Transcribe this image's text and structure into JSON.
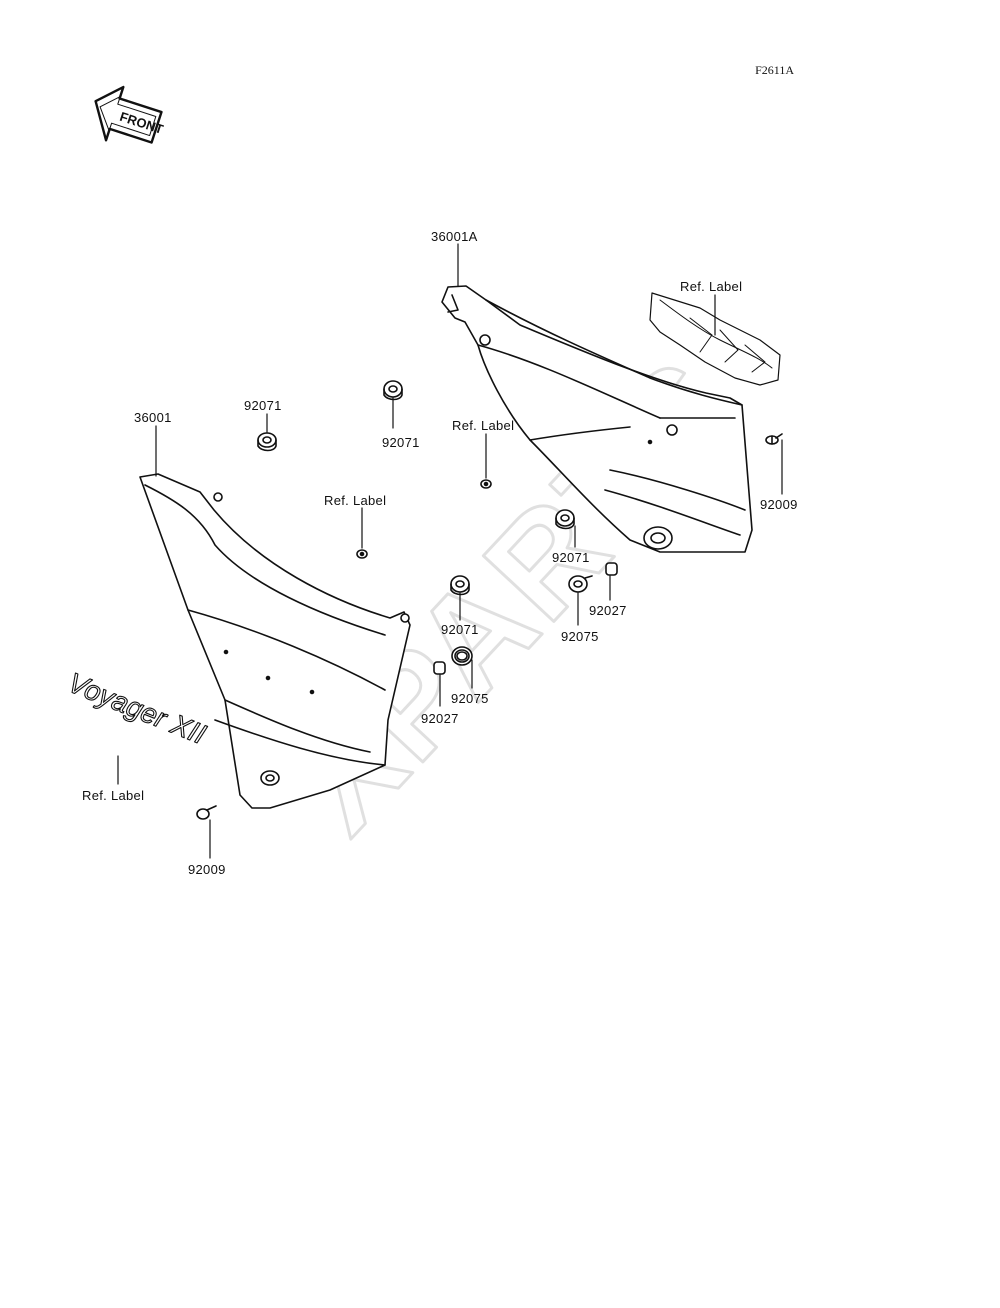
{
  "diagram": {
    "code": "F2611A",
    "front_arrow": "FRONT",
    "watermark": "XPARTS",
    "left_emblem": "Voyager XII",
    "labels": {
      "p36001A": "36001A",
      "ref_label_top": "Ref. Label",
      "p36001": "36001",
      "p92071_a": "92071",
      "p92071_b": "92071",
      "ref_label_mid": "Ref. Label",
      "ref_label_center": "Ref. Label",
      "p92009_right": "92009",
      "p92071_c": "92071",
      "p92027_right": "92027",
      "p92075_right": "92075",
      "p92071_d": "92071",
      "p92075_left": "92075",
      "p92027_left": "92027",
      "ref_label_left": "Ref. Label",
      "p92009_left": "92009"
    }
  }
}
